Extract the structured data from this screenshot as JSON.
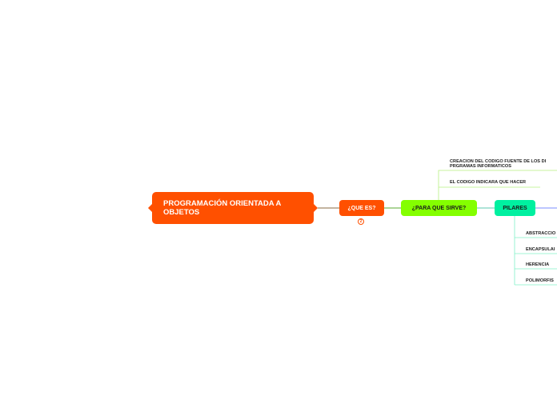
{
  "map": {
    "root": {
      "label": "PROGRAMACIÓN ORIENTADA A OBJETOS"
    },
    "que_es": {
      "label": "¿QUE ES?",
      "collapsed_count": "2"
    },
    "para_que_sirve": {
      "label": "¿PARA QUE SIRVE?",
      "children": [
        {
          "label": "CREACION DEL CODIGO FUENTE DE LOS DI\nPRGRAMAS INFORMATICOS"
        },
        {
          "label": "EL CODIGO INDICARA QUE HACER"
        }
      ]
    },
    "pilares": {
      "label": "PILARES",
      "children": [
        {
          "label": "ABSTRACCIO"
        },
        {
          "label": "ENCAPSULAI"
        },
        {
          "label": "HERENCIA"
        },
        {
          "label": "POLIMORFIS"
        }
      ]
    }
  },
  "colors": {
    "root": "#ff5000",
    "que_es": "#ff5000",
    "para_que_sirve": "#84ff00",
    "pilares": "#00f0a0",
    "branch_blue": "#7a8cff"
  }
}
